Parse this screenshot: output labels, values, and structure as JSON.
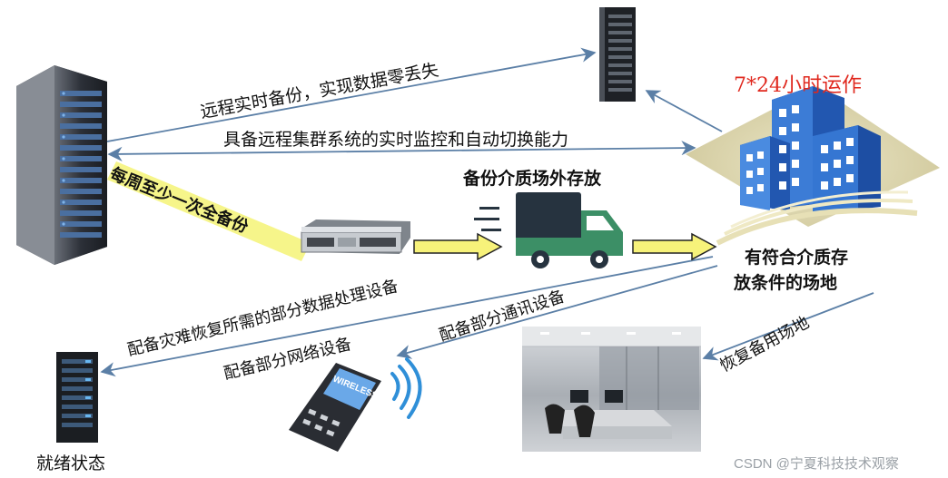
{
  "labels": {
    "realtime_backup": "远程实时备份，实现数据零丢失",
    "cluster_monitor": "具备远程集群系统的实时监控和自动切换能力",
    "weekly_backup": "每周至少一次全备份",
    "offsite_storage": "备份介质场外存放",
    "ops_24x7": "7*24小时运作",
    "site_line1": "有符合介质存",
    "site_line2": "放条件的场地",
    "data_devices": "配备灾难恢复所需的部分数据处理设备",
    "comm_devices": "配备部分通讯设备",
    "network_devices": "配备部分网络设备",
    "recovery_site": "恢复备用场地",
    "ready_state": "就绪状态",
    "phone_screen": "WIRELESS",
    "watermark": "CSDN @宁夏科技技术观察"
  },
  "colors": {
    "arrow": "#5b7fa6",
    "red_text": "#e0281e",
    "highlight": "#f6f58a",
    "truck_body": "#3c8f66",
    "truck_box": "#26333f",
    "building": "#2d6cc9",
    "ground": "#d9d2a8",
    "arrow_yellow": "#f7f27a"
  },
  "icons": {
    "main_server": "server-rack-icon",
    "remote_server": "server-tower-icon",
    "rack_unit": "rack-server-icon",
    "truck": "truck-icon",
    "buildings": "office-building-icon",
    "room": "computer-room-photo",
    "phone": "wireless-phone-icon",
    "ready_server": "small-server-icon"
  }
}
